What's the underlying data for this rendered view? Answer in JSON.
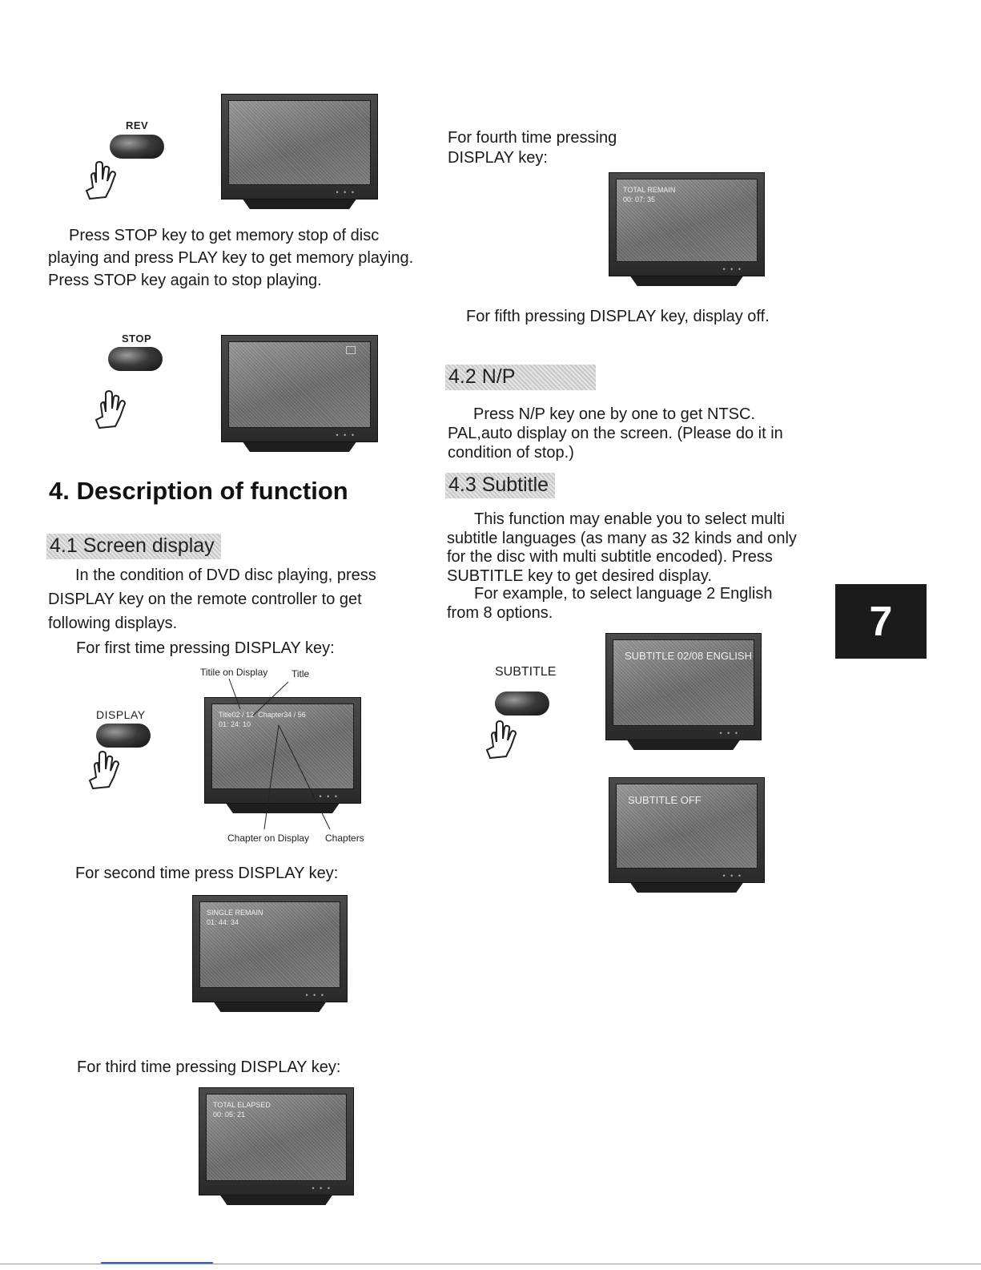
{
  "left": {
    "rev_label": "REV",
    "stop_paragraph": "Press STOP key to get memory stop of disc playing and press PLAY key to get memory playing. Press STOP key again to stop playing.",
    "stop_label": "STOP",
    "section_title": "4. Description of function",
    "sub_41": "4.1 Screen display",
    "intro": "In the condition of DVD disc playing, press DISPLAY key on the remote controller to get following displays.",
    "first_press": "For first time pressing DISPLAY key:",
    "annot_title_on_display": "Titile on Display",
    "annot_title": "Title",
    "display_label": "DISPLAY",
    "osd_first": "Title02 / 12  Chapter34 / 56\n01: 24: 10",
    "annot_chapter_on_display": "Chapter on Display",
    "annot_chapters": "Chapters",
    "second_press": "For second time press DISPLAY key:",
    "osd_second": "SINGLE REMAIN\n01: 44: 34",
    "third_press": "For third time pressing DISPLAY key:",
    "osd_third": "TOTAL ELAPSED\n00: 05: 21"
  },
  "right": {
    "fourth_press": "For fourth time pressing\nDISPLAY key:",
    "osd_fourth": "TOTAL REMAIN\n00: 07: 35",
    "fifth_press": "For fifth pressing DISPLAY key, display off.",
    "sub_42": "4.2 N/P",
    "np_text": "Press N/P key one by one to get NTSC. PAL,auto display on the screen. (Please do it in condition of stop.)",
    "sub_43": "4.3 Subtitle",
    "subtitle_text": "This function may enable you to select multi subtitle languages (as many as 32 kinds and only for the disc with multi subtitle encoded). Press SUBTITLE key to get desired display.",
    "example_text": "For example, to select language 2 English from 8 options.",
    "subtitle_label": "SUBTITLE",
    "osd_subtitle_on": "SUBTITLE 02/08 ENGLISH",
    "osd_subtitle_off": "SUBTITLE OFF"
  },
  "page_tab": "7"
}
